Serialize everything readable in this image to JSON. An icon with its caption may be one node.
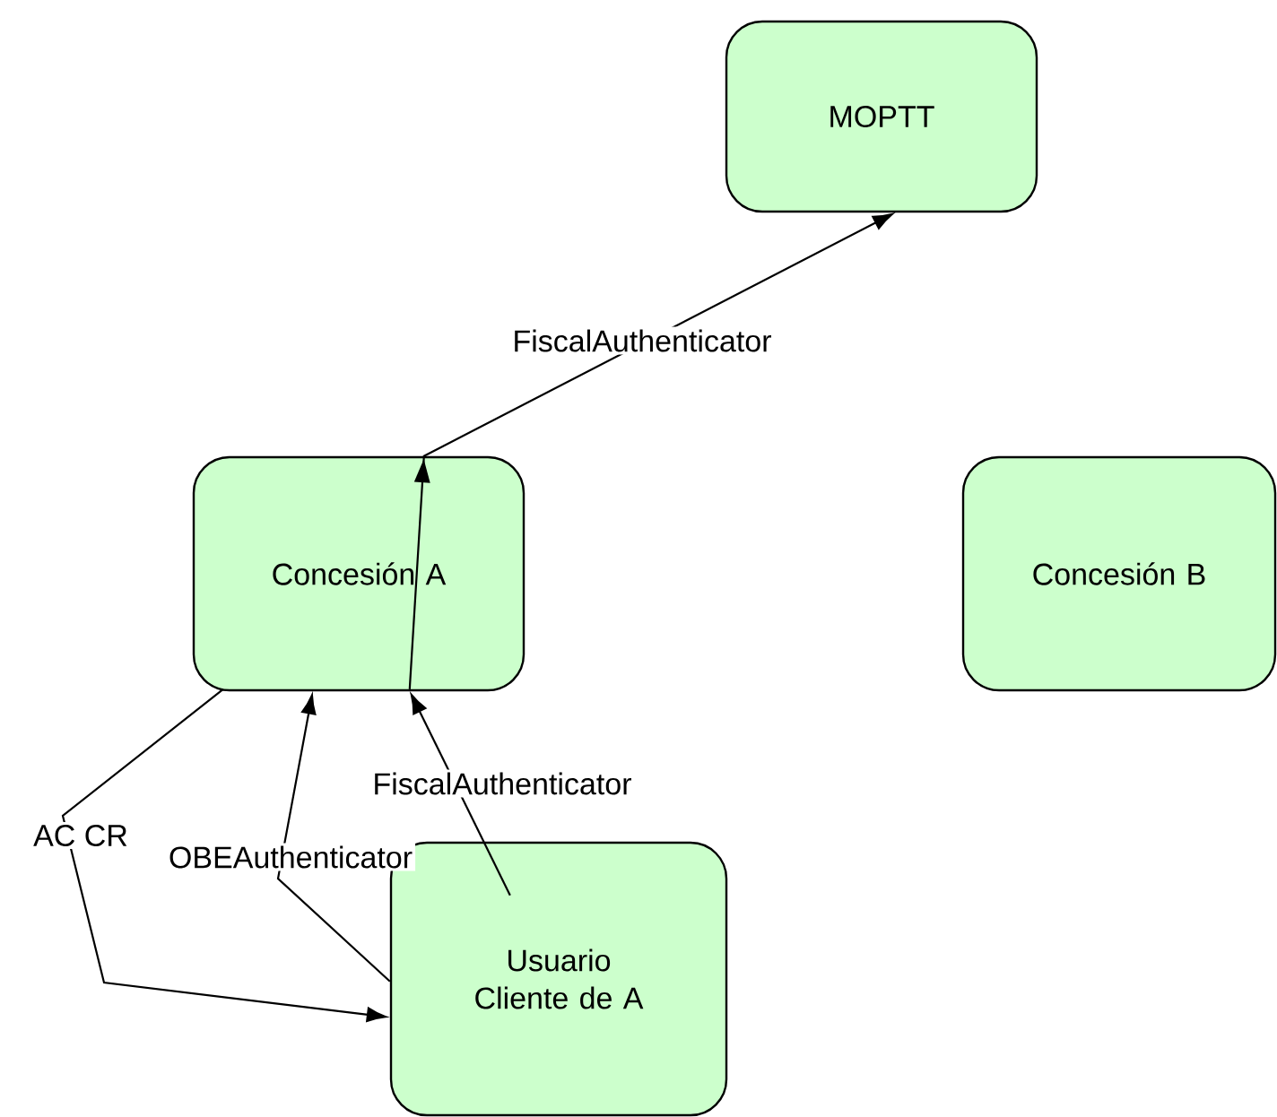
{
  "diagram": {
    "nodes": [
      {
        "text": [
          "MOPTT"
        ]
      },
      {
        "text": [
          "Concesión A"
        ]
      },
      {
        "text": [
          "Concesión B"
        ]
      },
      {
        "text": [
          "Usuario Cliente de A"
        ]
      }
    ],
    "edges": [
      {
        "from": 1,
        "to": 0,
        "arrow": "to",
        "label": "FiscalAuthenticator"
      },
      {
        "from": 1,
        "to": 3,
        "arrow": "to",
        "label": "AC CR"
      },
      {
        "from": 3,
        "to": 1,
        "arrow": "to",
        "label": "OBEAuthenticator"
      },
      {
        "from": 3,
        "to": 1,
        "arrow": "to",
        "label": "FiscalAuthenticator"
      }
    ]
  }
}
